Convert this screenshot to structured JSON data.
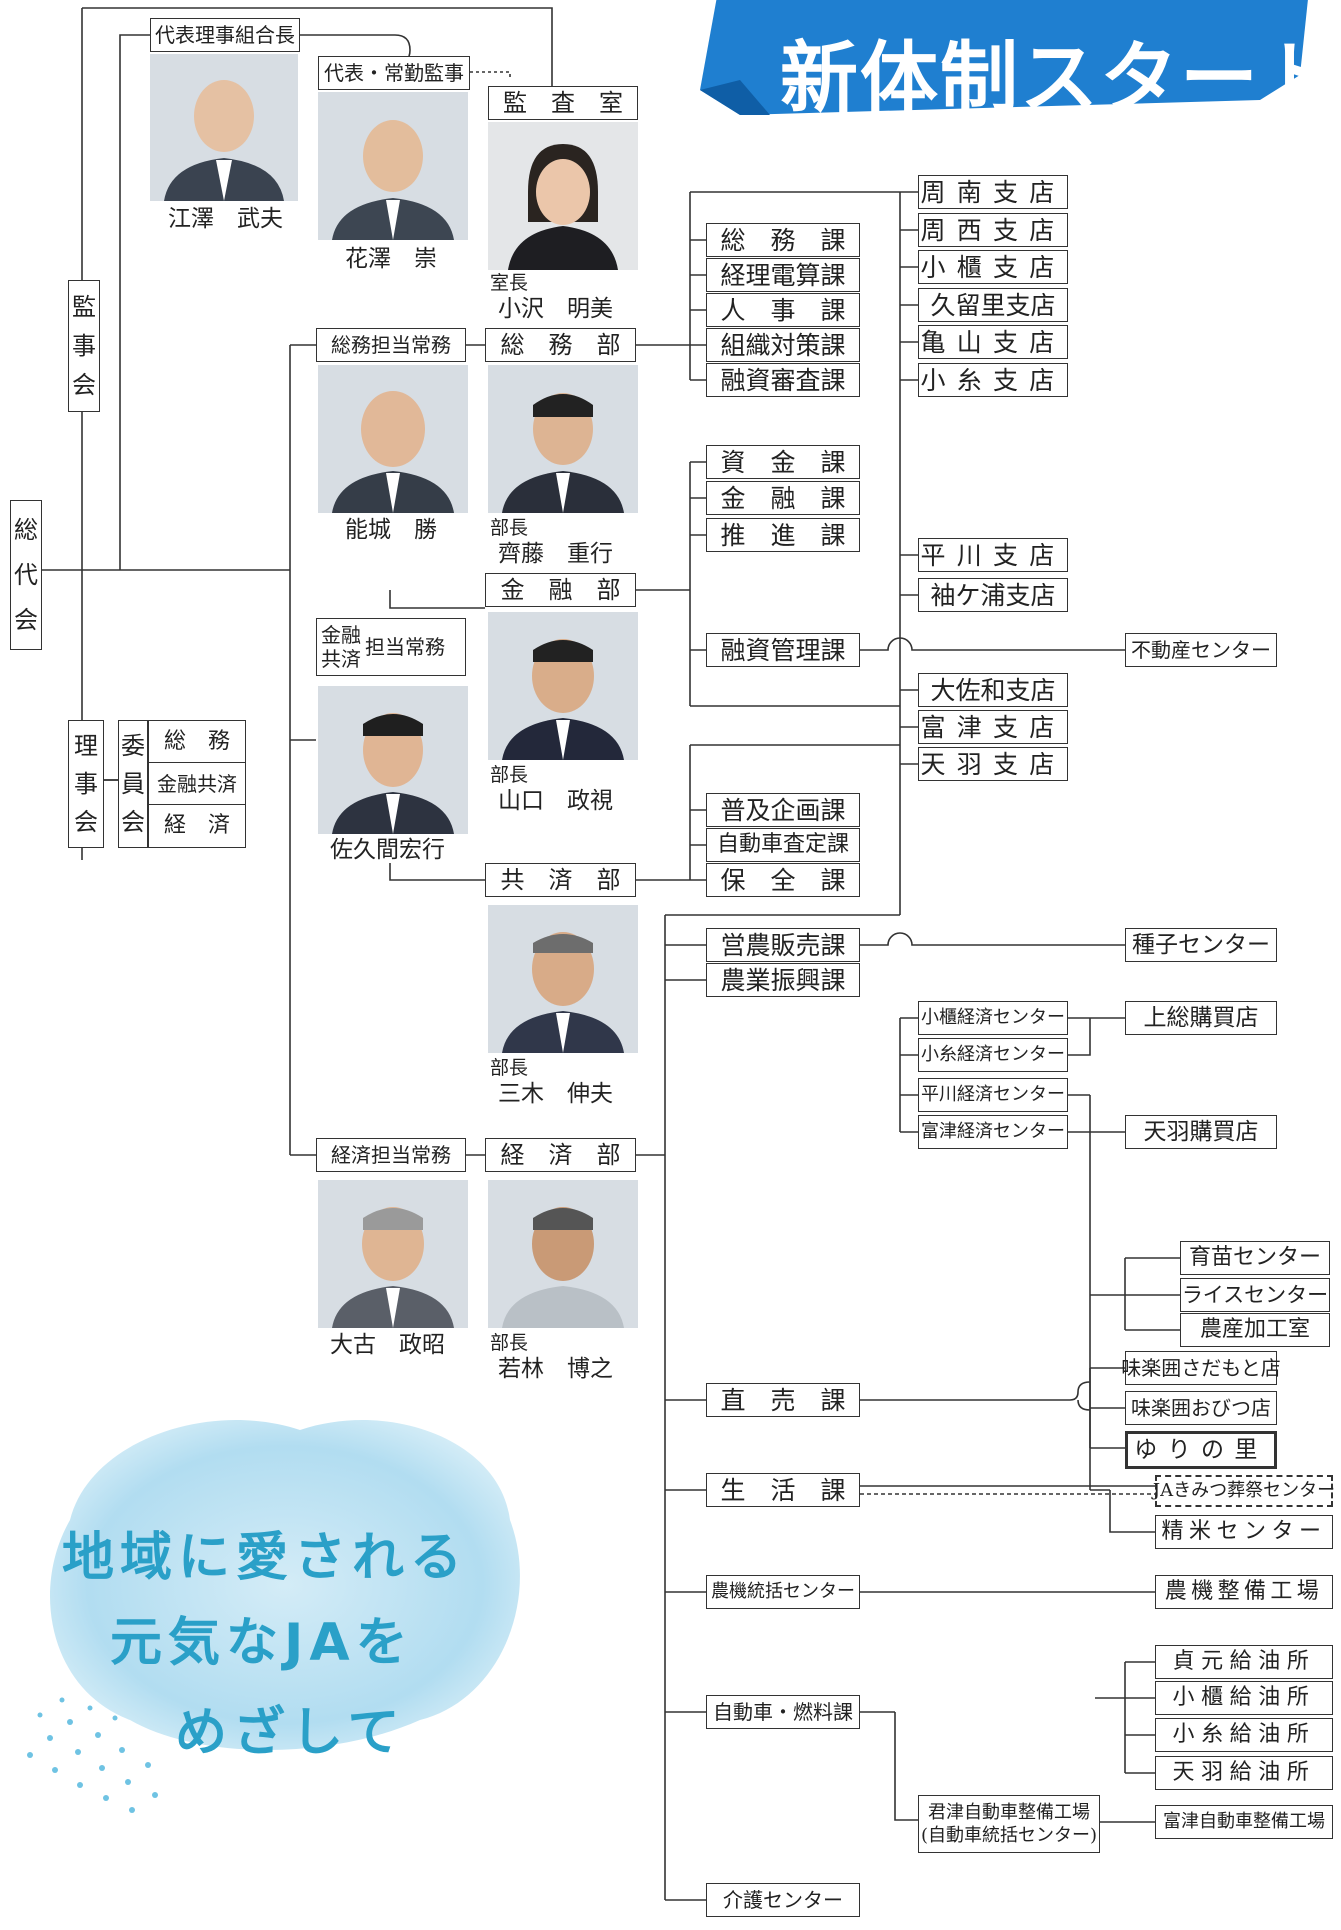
{
  "banner": {
    "title": "新体制スタート"
  },
  "slogan": {
    "line1": "地域に愛される",
    "line2": "元気なJAを",
    "line3": "めざして"
  },
  "governance": {
    "soudaikai": [
      "総",
      "代",
      "会"
    ],
    "kanjikai": [
      "監",
      "事",
      "会"
    ],
    "rijikai": [
      "理",
      "事",
      "会"
    ],
    "iinkai": [
      "委",
      "員",
      "会"
    ],
    "committees": [
      "総　務",
      "金融共済",
      "経　済"
    ]
  },
  "executives": {
    "chair_title": "代表理事組合長",
    "auditor_title": "代表・常勤監事",
    "audit_office": "監　査　室",
    "somu_director": "総務担当常務",
    "kinyu_director_a": "金融",
    "kinyu_director_b": "共済",
    "kinyu_director_c": "担当常務",
    "keizai_director": "経済担当常務"
  },
  "people": {
    "chair": "江澤　武夫",
    "auditor": "花澤　崇",
    "audit_chief_title": "室長",
    "audit_chief": "小沢　明美",
    "somu_exec": "能城　勝",
    "somu_head_title": "部長",
    "somu_head": "齊藤　重行",
    "kinyu_exec": "佐久間宏行",
    "kinyu_head_title": "部長",
    "kinyu_head": "山口　政視",
    "kyosai_head_title": "部長",
    "kyosai_head": "三木　伸夫",
    "keizai_exec": "大古　政昭",
    "keizai_head_title": "部長",
    "keizai_head": "若林　博之"
  },
  "departments": {
    "somu": "総　務　部",
    "kinyu": "金　融　部",
    "kyosai": "共　済　部",
    "keizai": "経　済　部"
  },
  "sections": {
    "somu": [
      "総　務　課",
      "経理電算課",
      "人　事　課",
      "組織対策課",
      "融資審査課"
    ],
    "kinyu": [
      "資　金　課",
      "金　融　課",
      "推　進　課"
    ],
    "yushi_kanri": "融資管理課",
    "kyosai": [
      "普及企画課",
      "自動車査定課",
      "保　全　課"
    ],
    "einou": "営農販売課",
    "nougyou": "農業振興課",
    "chokubai": "直　売　課",
    "seikatsu": "生　活　課",
    "nouki": "農機統括センター",
    "jidousha": "自動車・燃料課",
    "kaigo": "介護センター"
  },
  "branches": {
    "group1": [
      "周南支店",
      "周西支店",
      "小櫃支店",
      "久留里支店",
      "亀山支店",
      "小糸支店"
    ],
    "group2": [
      "平川支店",
      "袖ケ浦支店"
    ],
    "group3": [
      "大佐和支店",
      "富津支店",
      "天羽支店"
    ]
  },
  "centers": {
    "fudousan": "不動産センター",
    "shushi": "種子センター",
    "keizai_centers": [
      "小櫃経済センター",
      "小糸経済センター",
      "平川経済センター",
      "富津経済センター"
    ],
    "kazusa": "上総購買店",
    "amaha_shop": "天羽購買店",
    "ikubyou": "育苗センター",
    "rice": "ライスセンター",
    "nousan": "農産加工室",
    "direct_shops": [
      "味楽囲さだもと店",
      "味楽囲おびつ店",
      "ゆりの里"
    ],
    "sousai": "JAきみつ葬祭センター",
    "seimai": "精米センター",
    "nouki_factory": "農機整備工場",
    "gas_stations": [
      "貞元給油所",
      "小櫃給油所",
      "小糸給油所",
      "天羽給油所"
    ],
    "kimitsu_garage_a": "君津自動車整備工場",
    "kimitsu_garage_b": "(自動車統括センター)",
    "futtsu_garage": "富津自動車整備工場"
  }
}
